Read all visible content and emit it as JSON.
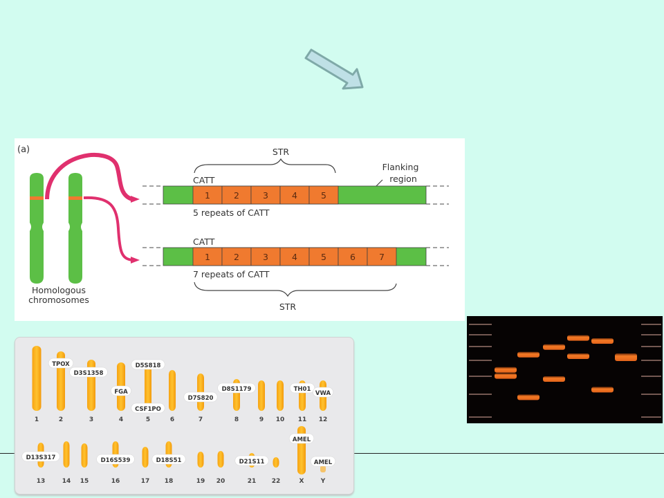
{
  "slide": {
    "background_color": "#d2fcf0",
    "pointer_arrow": {
      "icon": "diagonal-arrow-down-right",
      "fill": "#bfe0e6",
      "stroke": "#7fa9a8"
    }
  },
  "str_diagram": {
    "panel_label": "(a)",
    "chromosome_caption_line1": "Homologous",
    "chromosome_caption_line2": "chromosomes",
    "top_brace_label": "STR",
    "bottom_brace_label": "STR",
    "flanking_label_line1": "Flanking",
    "flanking_label_line2": "region",
    "colors": {
      "flank": "#5cbf46",
      "repeat": "#f07a2f",
      "arrow": "#e0306e",
      "chromosome": "#5cbf46",
      "band": "#f07a2f"
    },
    "alleles": [
      {
        "unit_label": "CATT",
        "repeat_count": 5,
        "repeat_numbers": [
          "1",
          "2",
          "3",
          "4",
          "5"
        ],
        "caption": "5 repeats of CATT"
      },
      {
        "unit_label": "CATT",
        "repeat_count": 7,
        "repeat_numbers": [
          "1",
          "2",
          "3",
          "4",
          "5",
          "6",
          "7"
        ],
        "caption": "7 repeats of CATT"
      }
    ]
  },
  "karyotype": {
    "row1": [
      {
        "number": "1",
        "marker": ""
      },
      {
        "number": "2",
        "marker": "TPOX"
      },
      {
        "number": "3",
        "marker": "D3S1358"
      },
      {
        "number": "4",
        "marker": "FGA"
      },
      {
        "number": "5",
        "marker": "D5S818",
        "marker2": "CSF1PO"
      },
      {
        "number": "6",
        "marker": ""
      },
      {
        "number": "7",
        "marker": "D7S820"
      },
      {
        "number": "8",
        "marker": "D8S1179"
      },
      {
        "number": "9",
        "marker": ""
      },
      {
        "number": "10",
        "marker": ""
      },
      {
        "number": "11",
        "marker": "TH01"
      },
      {
        "number": "12",
        "marker": "VWA"
      }
    ],
    "row2": [
      {
        "number": "13",
        "marker": "D13S317"
      },
      {
        "number": "14",
        "marker": ""
      },
      {
        "number": "15",
        "marker": ""
      },
      {
        "number": "16",
        "marker": "D16S539"
      },
      {
        "number": "17",
        "marker": ""
      },
      {
        "number": "18",
        "marker": "D18S51"
      },
      {
        "number": "19",
        "marker": ""
      },
      {
        "number": "20",
        "marker": ""
      },
      {
        "number": "21",
        "marker": "D21S11"
      },
      {
        "number": "22",
        "marker": ""
      },
      {
        "number": "X",
        "marker": "AMEL"
      },
      {
        "number": "Y",
        "marker": "AMEL"
      }
    ]
  },
  "gel": {
    "ladder_rungs": 7,
    "lanes": [
      {
        "name": "lane-1",
        "bands": [
          2.9,
          3.3
        ]
      },
      {
        "name": "lane-2",
        "bands": [
          1.9,
          4.7
        ]
      },
      {
        "name": "lane-3",
        "bands": [
          1.4,
          3.5
        ]
      },
      {
        "name": "lane-4",
        "bands": [
          0.8,
          2.0
        ]
      },
      {
        "name": "lane-5",
        "bands": [
          1.0,
          4.2
        ]
      },
      {
        "name": "lane-6",
        "bands": [
          2.0
        ]
      }
    ],
    "band_color": "#f47a25",
    "ladder_color": "#b58a80"
  }
}
